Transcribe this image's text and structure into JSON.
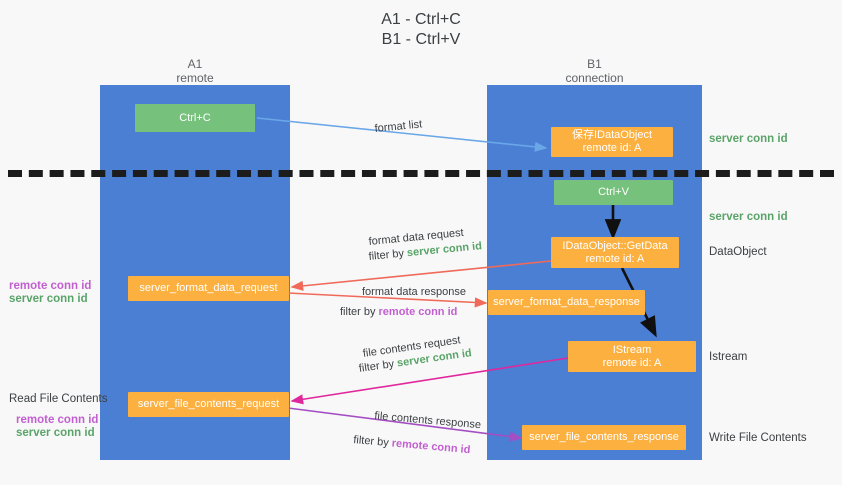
{
  "title": "A1 - Ctrl+C\nB1 - Ctrl+V",
  "columns": {
    "left": "A1\nremote",
    "right": "B1\nconnection"
  },
  "nodes": {
    "ctrl_c": "Ctrl+C",
    "idataobject_remote": "保存IDataObject\nremote id: A",
    "ctrl_v": "Ctrl+V",
    "getdata": "IDataObject::GetData\nremote id: A",
    "server_format_data_request": "server_format_data_request",
    "server_format_data_response": "server_format_data_response",
    "istream": "IStream\nremote id: A",
    "server_file_contents_request": "server_file_contents_request",
    "server_file_contents_response": "server_file_contents_response"
  },
  "right_labels": {
    "server_conn_id_1": "server conn id",
    "server_conn_id_2": "server conn id",
    "dataobject": "DataObject",
    "istream": "Istream",
    "write_file_contents": "Write File Contents"
  },
  "left_labels": {
    "remote_conn_id_1": "remote conn id",
    "server_conn_id_1": "server conn id",
    "read_file_contents": "Read File Contents",
    "remote_conn_id_2": "remote conn id",
    "server_conn_id_2": "server conn id"
  },
  "edges": {
    "format_list": "format list",
    "format_data_request": "format data request",
    "format_data_request_filter_prefix": "filter by ",
    "format_data_request_filter_value": "server conn id",
    "format_data_response": "format data response",
    "format_data_response_filter_prefix": "filter by ",
    "format_data_response_filter_value": "remote conn id",
    "file_contents_request": "file contents request",
    "file_contents_request_filter_prefix": "filter by ",
    "file_contents_request_filter_value": "server conn id",
    "file_contents_response": "file contents response",
    "file_contents_response_filter_prefix": "filter by ",
    "file_contents_response_filter_value": "remote conn id"
  },
  "colors": {
    "lane": "#4a7fd4",
    "node_orange": "#fbb040",
    "node_green": "#76c27c",
    "server_conn_id": "#5aa469",
    "remote_conn_id": "#c25fd0",
    "arrow_blue": "#6aa7e8",
    "arrow_red": "#f06a5a",
    "arrow_magenta": "#e0289c",
    "arrow_purple": "#a44ec4",
    "arrow_black": "#101010"
  }
}
